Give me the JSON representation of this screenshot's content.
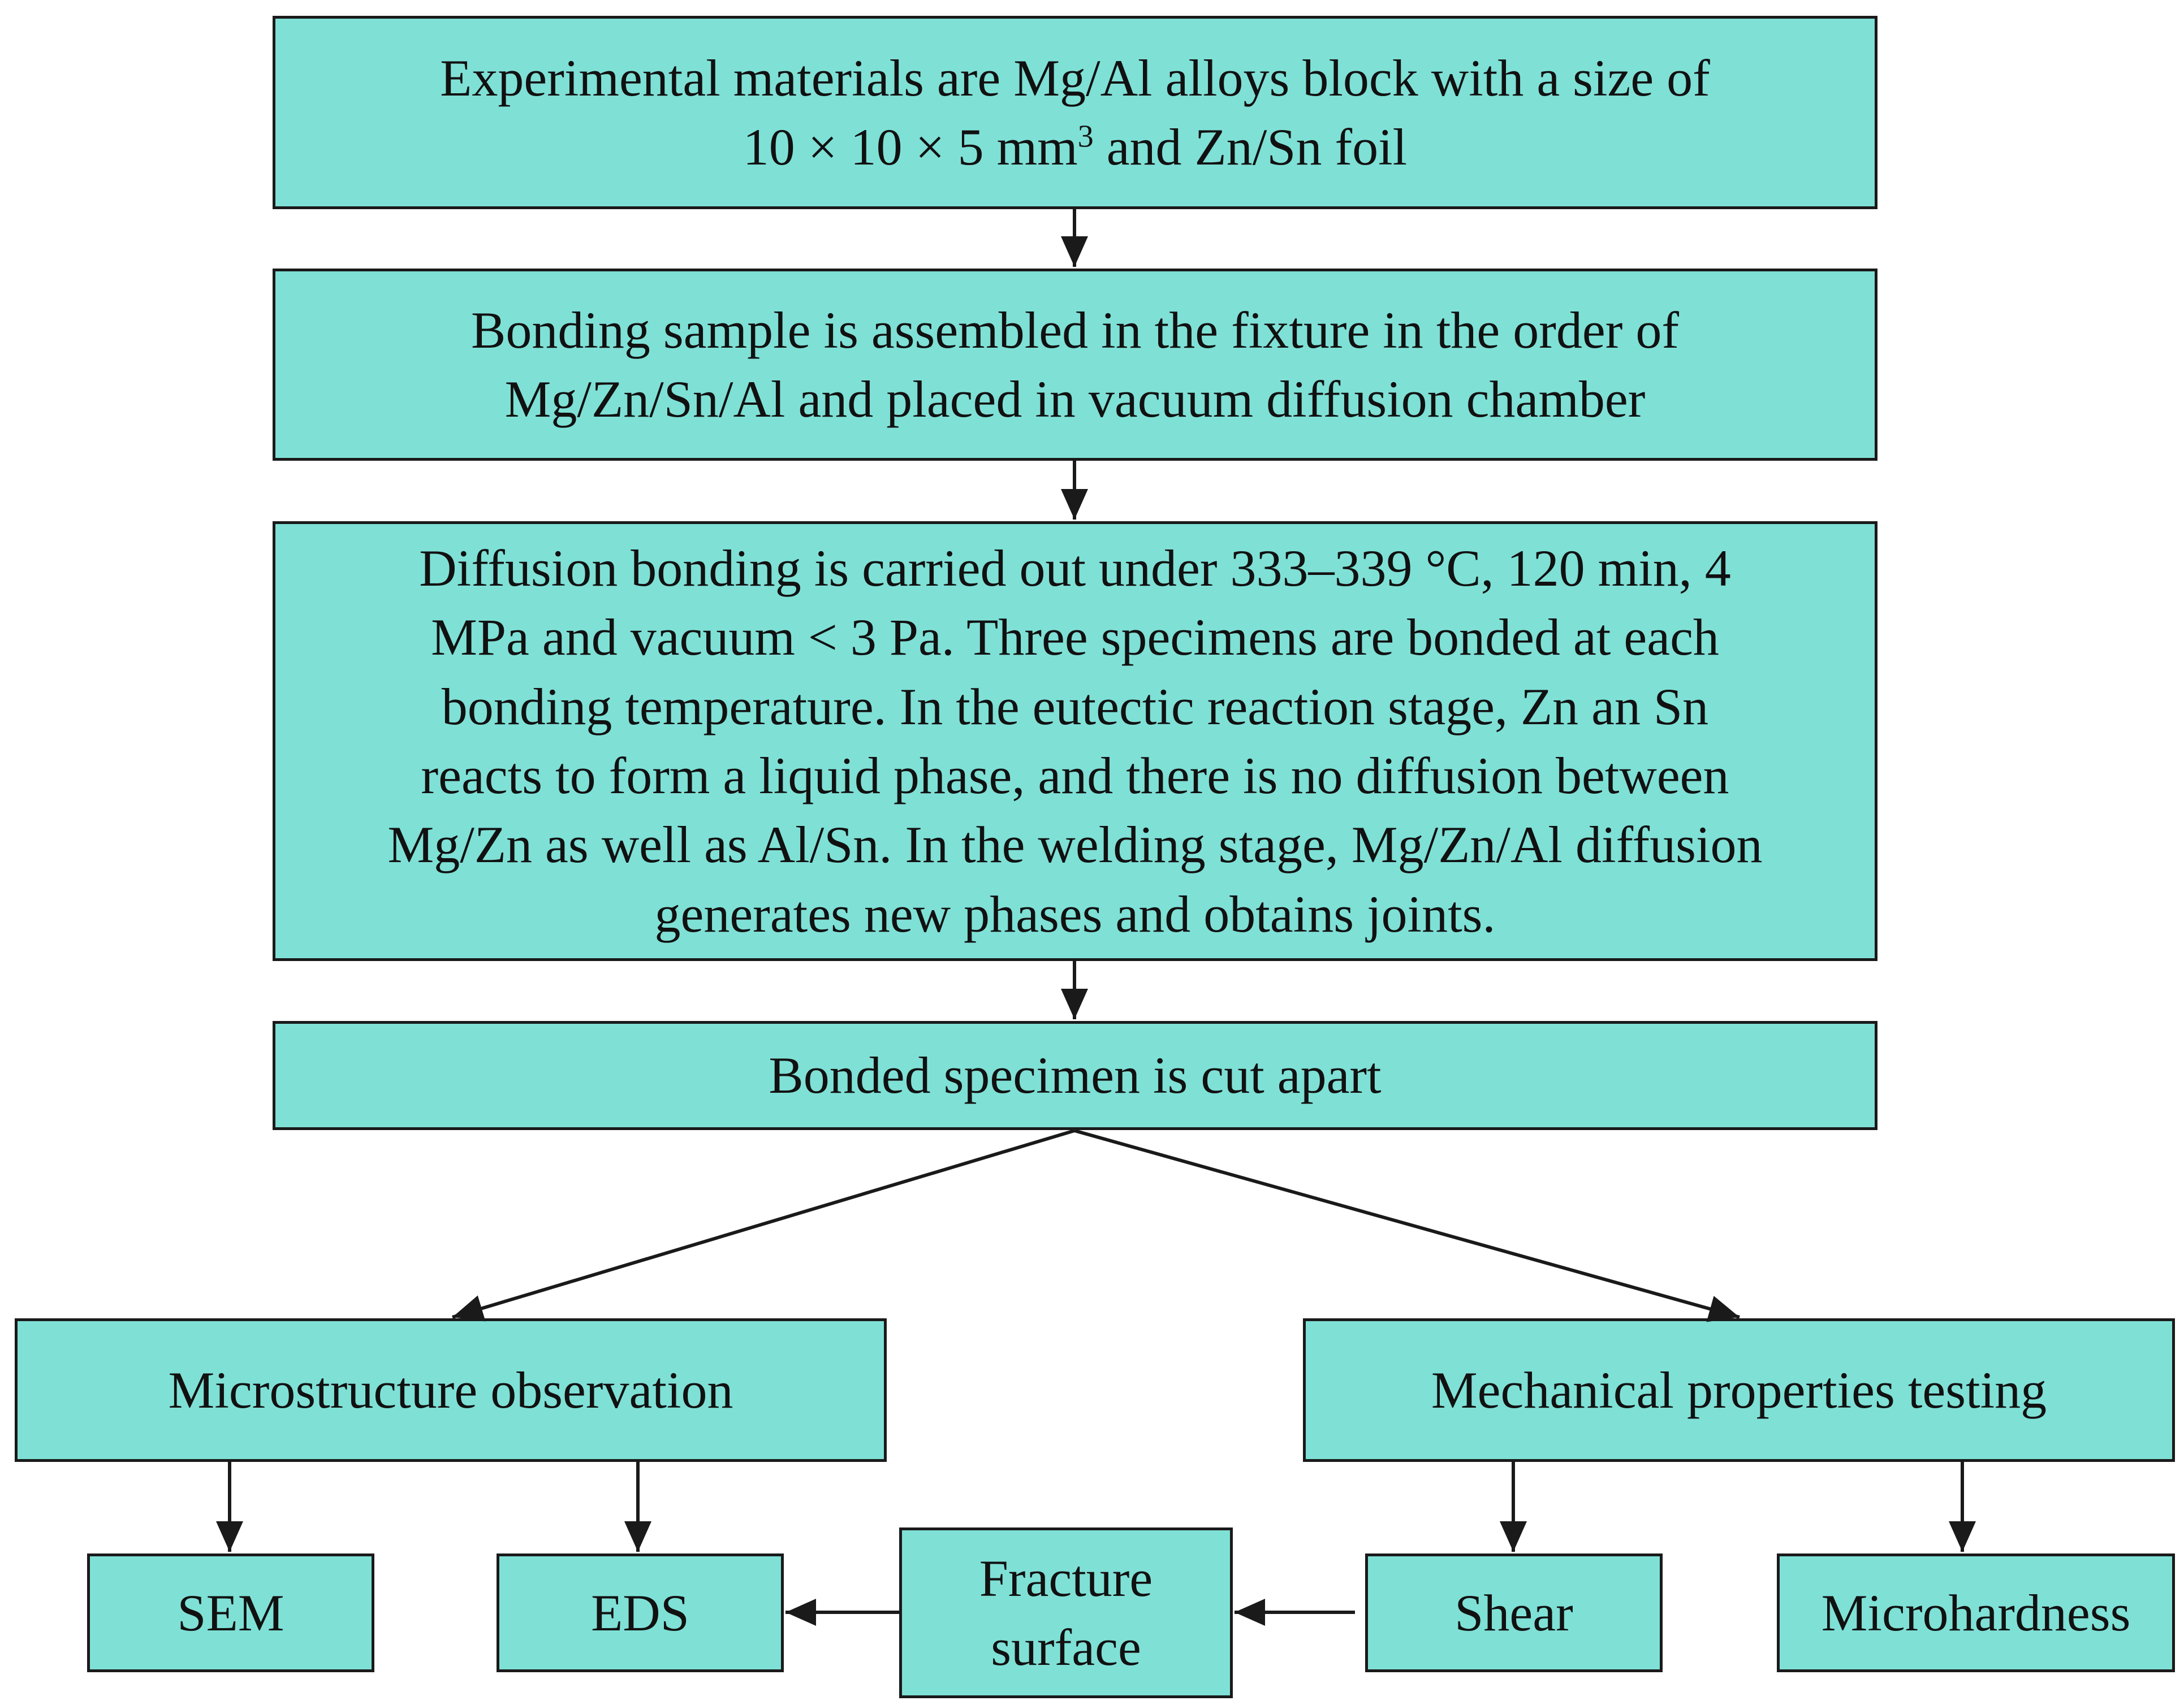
{
  "colors": {
    "box_fill": "#7fe0d6",
    "border": "#1a1a1a",
    "text": "#111111"
  },
  "steps": {
    "materials": {
      "line1": "Experimental materials are Mg/Al alloys block with a size of",
      "line2_pre": "10 × 10 × 5 mm",
      "line2_sup": "3",
      "line2_post": " and Zn/Sn foil"
    },
    "assembly": {
      "line1": "Bonding sample is assembled in the fixture in the order of",
      "line2": "Mg/Zn/Sn/Al and placed in vacuum diffusion chamber"
    },
    "bonding": {
      "line1": "Diffusion bonding is carried out under 333–339 °C, 120 min, 4",
      "line2": "MPa and vacuum < 3 Pa. Three specimens are bonded at each",
      "line3": "bonding temperature. In the eutectic reaction stage, Zn an Sn",
      "line4": "reacts to form a liquid phase, and there is no diffusion between",
      "line5": "Mg/Zn as well as Al/Sn. In the welding stage, Mg/Zn/Al diffusion",
      "line6": "generates new phases and obtains joints."
    },
    "cut": "Bonded specimen is cut apart"
  },
  "branches": {
    "microstructure": "Microstructure observation",
    "mechanical": "Mechanical properties testing"
  },
  "leaves": {
    "sem": "SEM",
    "eds": "EDS",
    "fracture_line1": "Fracture",
    "fracture_line2": "surface",
    "shear": "Shear",
    "microhardness": "Microhardness"
  }
}
